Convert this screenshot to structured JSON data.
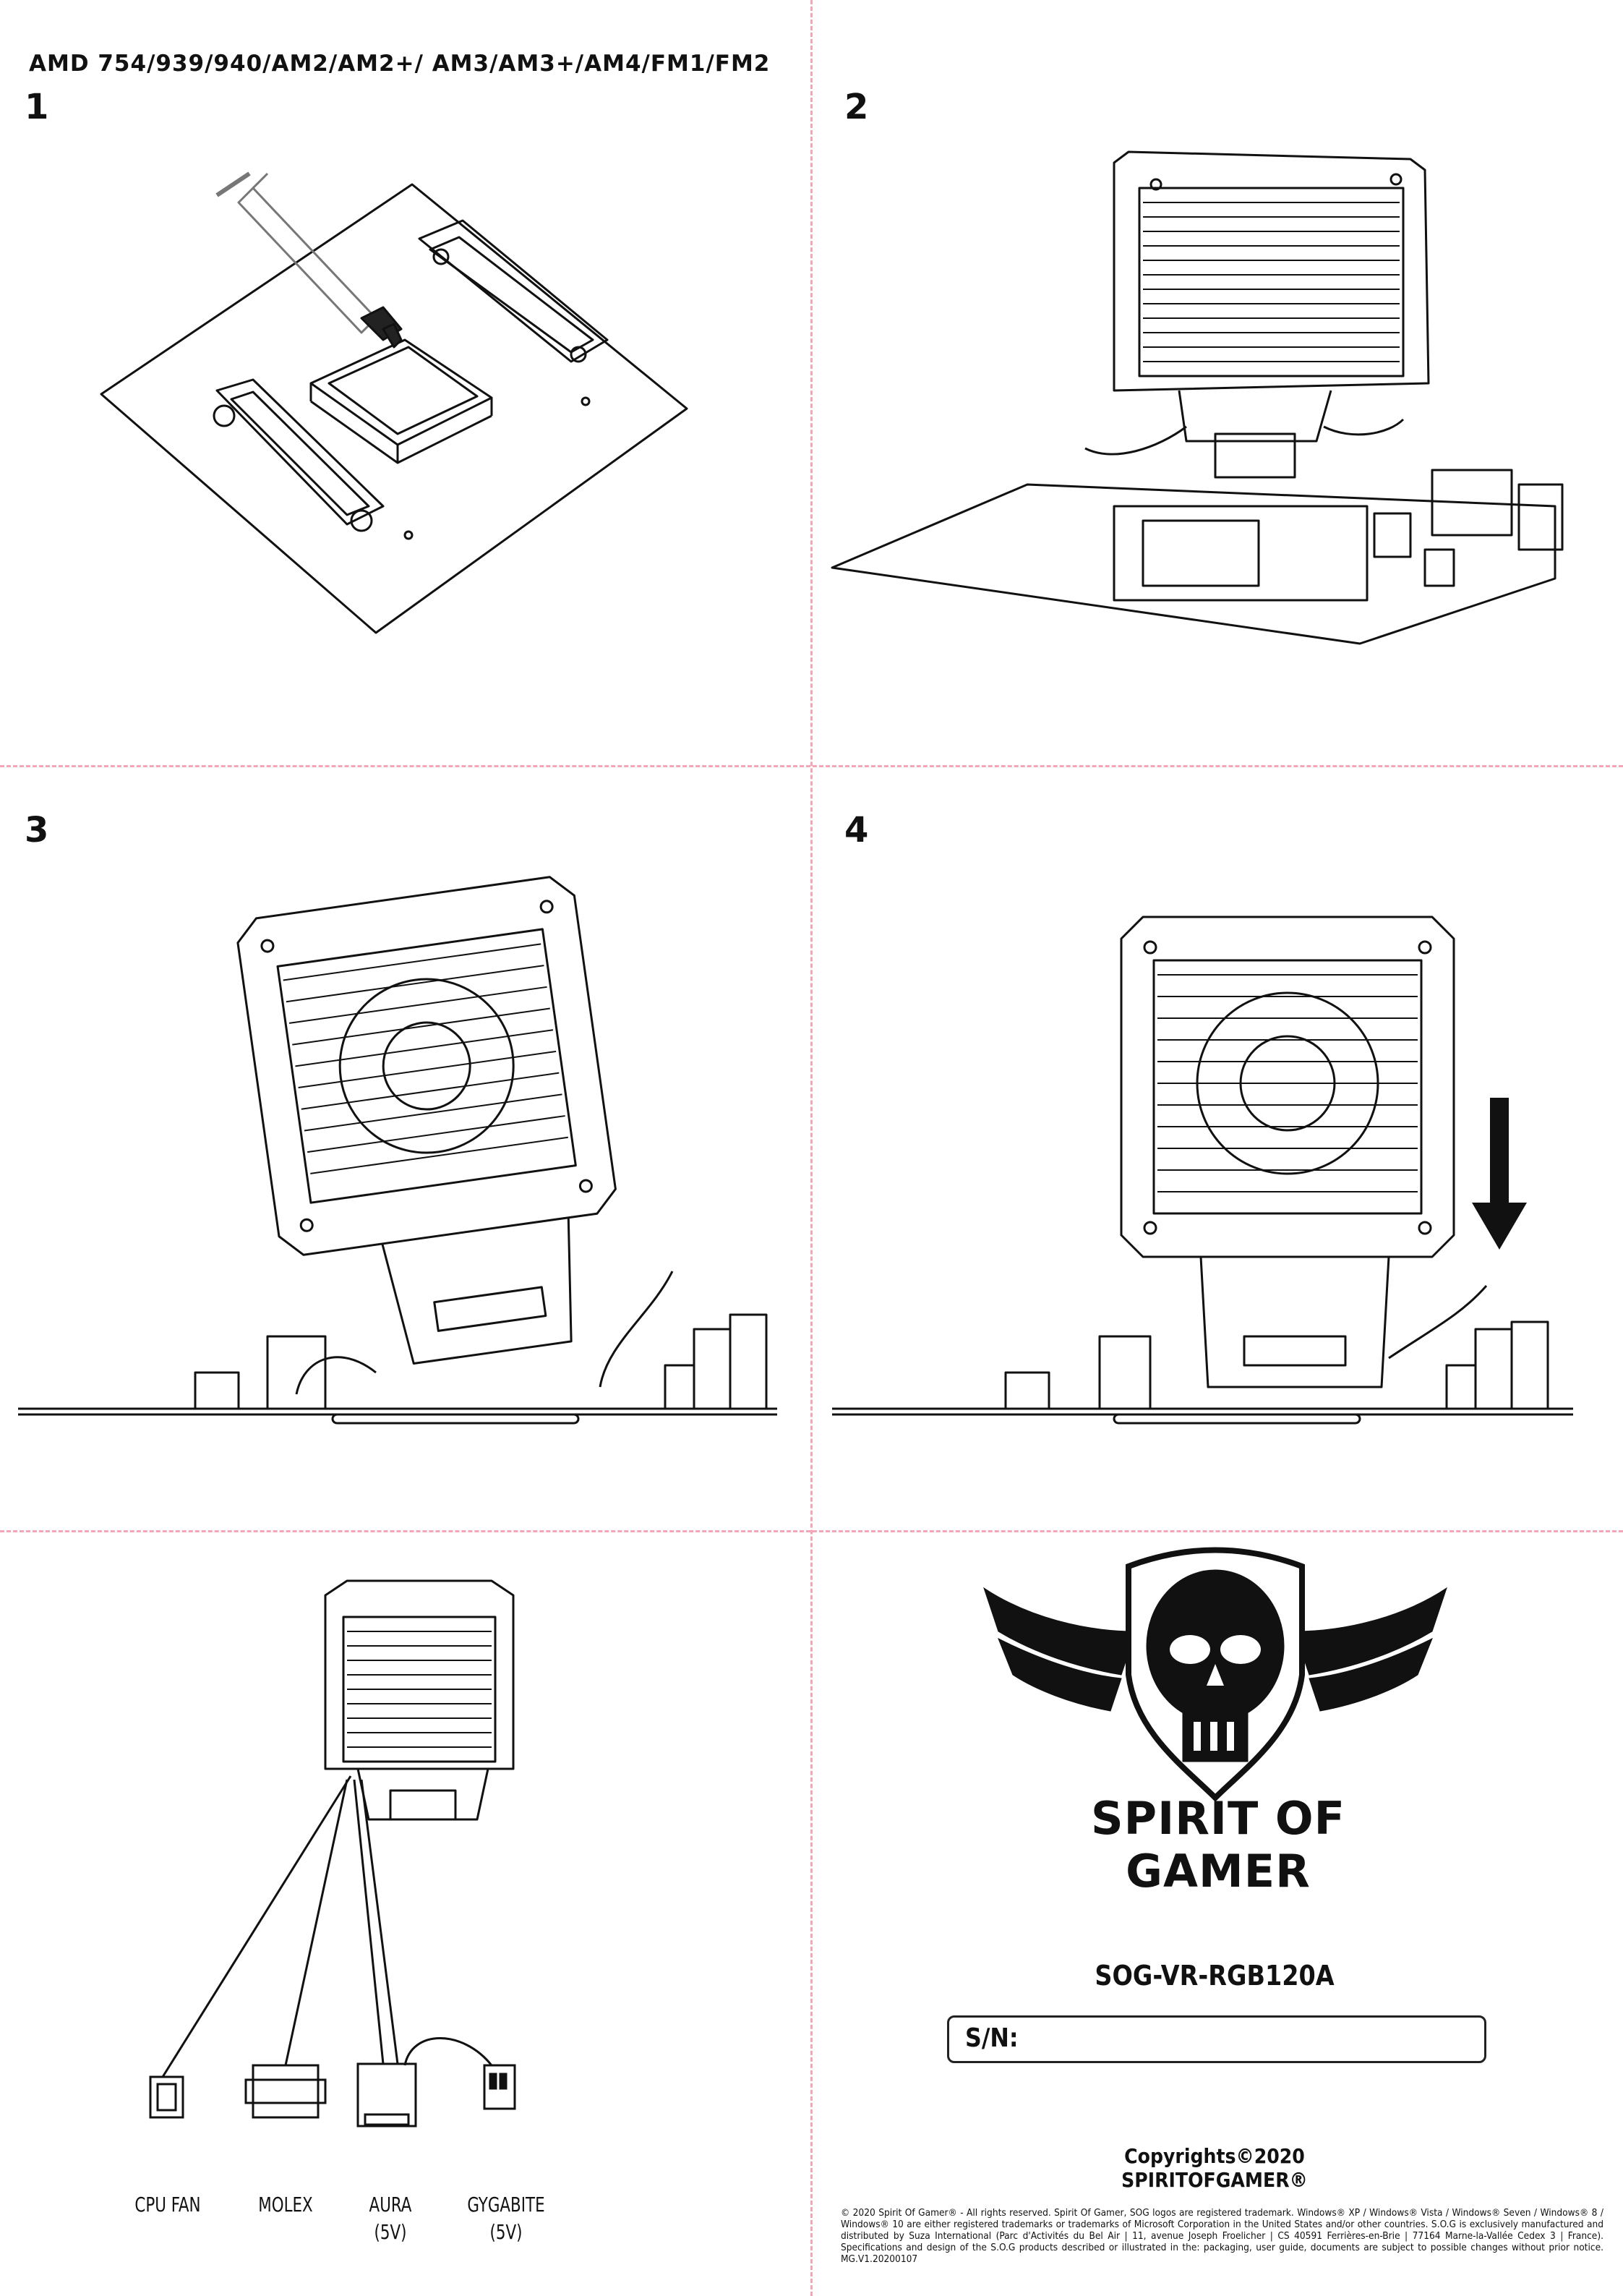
{
  "header": {
    "socket_list": "AMD 754/939/940/AM2/AM2+/ AM3/AM3+/AM4/FM1/FM2"
  },
  "steps": [
    "1",
    "2",
    "3",
    "4"
  ],
  "connectors": [
    {
      "name": "CPU FAN",
      "voltage": ""
    },
    {
      "name": "MOLEX",
      "voltage": ""
    },
    {
      "name": "AURA",
      "voltage": "(5V)"
    },
    {
      "name": "GYGABITE",
      "voltage": "(5V)"
    }
  ],
  "branding": {
    "brand_name": "SPIRIT OF GAMER",
    "model": "SOG-VR-RGB120A",
    "serial_label": "S/N:",
    "copyright": "Copyrights©2020 SPIRITOFGAMER®",
    "legal": "© 2020 Spirit Of Gamer® - All rights reserved. Spirit Of Gamer, SOG logos are registered trademark. Windows® XP / Windows® Vista / Windows® Seven / Windows® 8 / Windows® 10 are either registered trademarks or trademarks of Microsoft Corporation in the United States and/or other countries. S.O.G is exclusively manufactured and distributed by Suza International (Parc d'Activités du Bel Air | 11, avenue Joseph Froelicher | CS 40591 Ferrières-en-Brie | 77164 Marne-la-Vallée Cedex 3 | France). Specifications and design of the S.O.G products described or illustrated in the: packaging, user guide, documents are subject to possible changes without prior notice. MG.V1.20200107"
  }
}
